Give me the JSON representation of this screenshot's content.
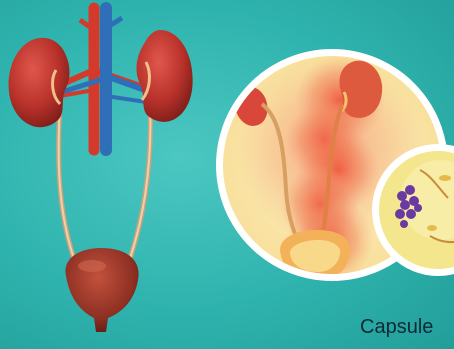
{
  "caption": "Capsule",
  "colors": {
    "background": "#2fb3ae",
    "kidney": "#b8322b",
    "artery": "#d33a2c",
    "vein": "#2f6fb8",
    "ureter": "#d9b48a",
    "bladder": "#8c2f22",
    "inset_bg": "#fbe7a8",
    "inflammation": "#ef6b4a",
    "bacteria": "#6a3aa0"
  },
  "illustration": {
    "left": "urinary-system-anatomy",
    "inset": "bladder-infection-inflammation",
    "zoom": "bacteria-closeup"
  }
}
